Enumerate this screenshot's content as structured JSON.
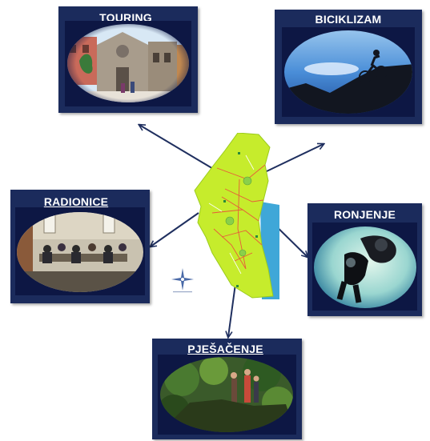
{
  "diagram": {
    "center": {
      "name": "map of the Istrian peninsula"
    },
    "nodes": [
      {
        "id": "touring",
        "label": "TOURING",
        "photo": "church-square-photo"
      },
      {
        "id": "biciklizam",
        "label": "BICIKLIZAM",
        "photo": "cyclist-at-sea-photo"
      },
      {
        "id": "radionice",
        "label": "RADIONICE",
        "photo": "workshop-room-photo"
      },
      {
        "id": "ronjenje",
        "label": "RONJENJE",
        "photo": "scuba-diver-photo"
      },
      {
        "id": "pjesacenje",
        "label": "PJEŠAČENJE",
        "photo": "forest-hikers-photo"
      }
    ],
    "edges": [
      {
        "from": "center",
        "to": "touring"
      },
      {
        "from": "center",
        "to": "biciklizam"
      },
      {
        "from": "center",
        "to": "radionice"
      },
      {
        "from": "center",
        "to": "ronjenje"
      },
      {
        "from": "center",
        "to": "pjesacenje"
      }
    ],
    "colors": {
      "card": "#1b2b5c",
      "arrow": "#1f2f5f",
      "map_land": "#c6ec2c",
      "map_sea": "#3fa7d8",
      "text": "#ffffff"
    }
  }
}
